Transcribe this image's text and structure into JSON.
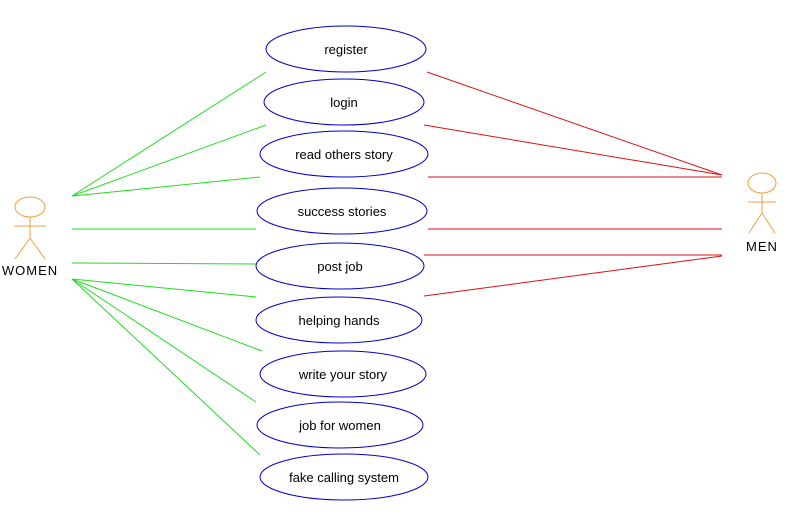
{
  "actors": {
    "women": {
      "label": "WOMEN"
    },
    "men": {
      "label": "MEN"
    }
  },
  "use_cases": [
    {
      "id": "register",
      "label": "register"
    },
    {
      "id": "login",
      "label": "login"
    },
    {
      "id": "read-others-story",
      "label": "read others story"
    },
    {
      "id": "success-stories",
      "label": "success stories"
    },
    {
      "id": "post-job",
      "label": "post job"
    },
    {
      "id": "helping-hands",
      "label": "helping hands"
    },
    {
      "id": "write-your-story",
      "label": "write your story"
    },
    {
      "id": "job-for-women",
      "label": "job for women"
    },
    {
      "id": "fake-calling-system",
      "label": "fake calling system"
    }
  ],
  "associations": {
    "women": [
      "register",
      "login",
      "read-others-story",
      "success-stories",
      "post-job",
      "helping-hands",
      "write-your-story",
      "job-for-women",
      "fake-calling-system"
    ],
    "men": [
      "register",
      "login",
      "read-others-story",
      "success-stories",
      "post-job",
      "helping-hands"
    ]
  },
  "colors": {
    "actor": "#f0a040",
    "use_case_border": "#0000cc",
    "women_link": "#22dd22",
    "men_link": "#dd1111"
  }
}
